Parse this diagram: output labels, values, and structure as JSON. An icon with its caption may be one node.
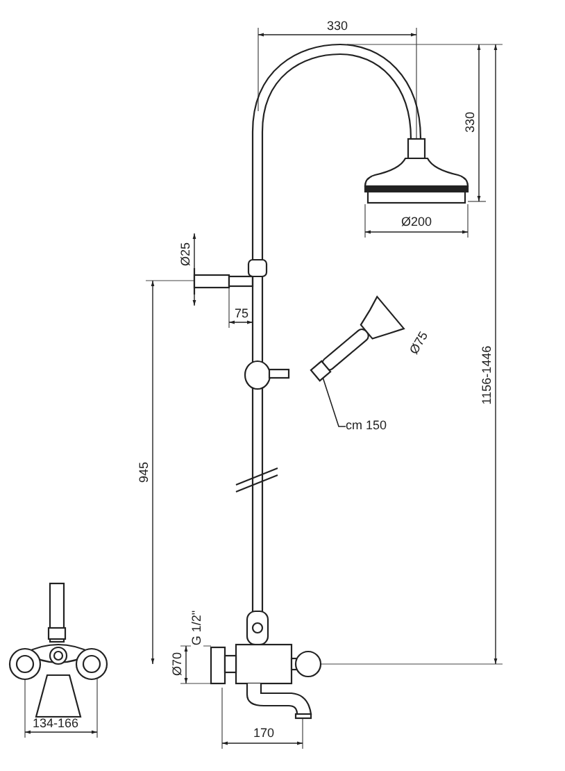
{
  "diagram": {
    "nodes": [
      {
        "text": [
          "cm 150"
        ]
      },
      {
        "text": [],
        "shape": "box"
      }
    ],
    "edges": [
      {
        "from": 0,
        "to": 1,
        "arrow": "none"
      }
    ],
    "labels": [
      "330",
      "330",
      "Ø200",
      "Ø25",
      "75",
      "Ø75",
      "1156-1446",
      "945",
      "G 1/2\"",
      "Ø70",
      "170",
      "134-166"
    ]
  }
}
